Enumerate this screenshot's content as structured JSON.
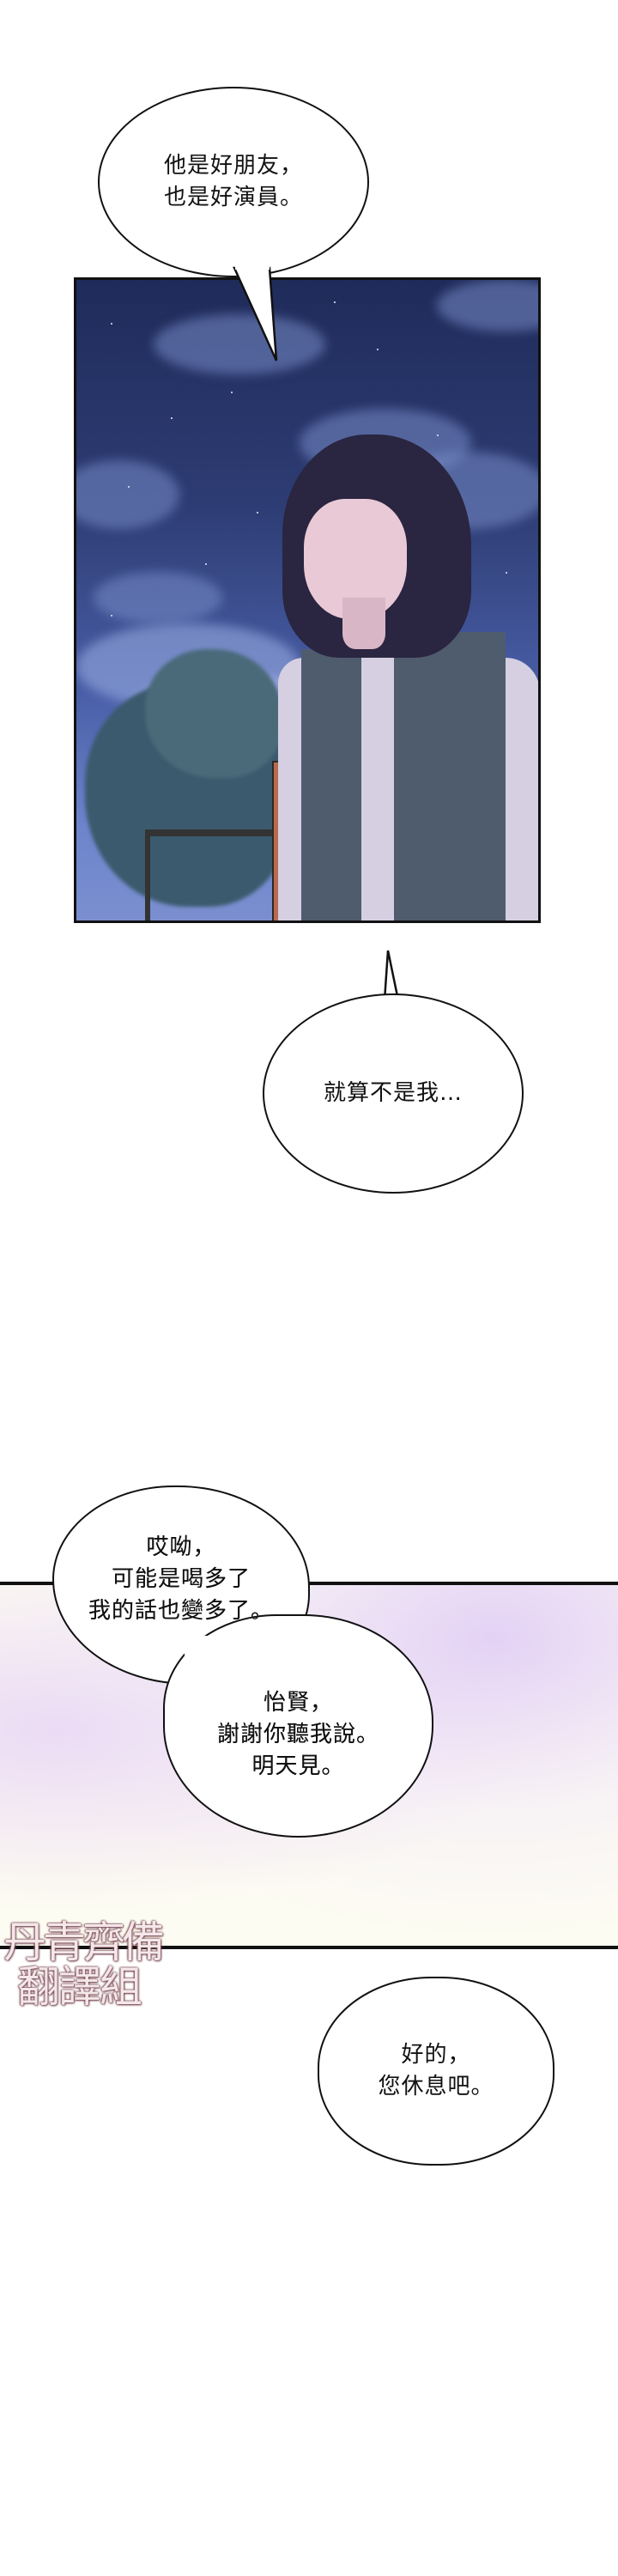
{
  "page": {
    "type": "webtoon-strip",
    "background": "#ffffff"
  },
  "panels": [
    {
      "id": "panel-night-sky",
      "description": "Night sky with clouds and stars, long-haired character in grey vest sitting on bench, tree on left",
      "colors": {
        "sky_dark": "#1f2b5a",
        "sky_light": "#7b8fcf",
        "border": "#111111"
      }
    },
    {
      "id": "panel-pastel",
      "description": "Soft pastel purple and cream background",
      "colors": {
        "base": "#fdfcf2",
        "accent": "#e1cdf5",
        "border": "#111111"
      }
    }
  ],
  "bubbles": [
    {
      "id": "bubble-1",
      "lines": [
        "他是好朋友，",
        "也是好演員。"
      ]
    },
    {
      "id": "bubble-2",
      "lines": [
        "就算不是我…"
      ]
    },
    {
      "id": "bubble-3",
      "lines": [
        "哎呦，",
        "可能是喝多了",
        "我的話也變多了。"
      ]
    },
    {
      "id": "bubble-4",
      "lines": [
        "怡賢，",
        "謝謝你聽我說。",
        "明天見。"
      ]
    },
    {
      "id": "bubble-5",
      "lines": [
        "好的，",
        "您休息吧。"
      ]
    }
  ],
  "watermark": {
    "line1": "丹青齊備",
    "line2": "翻譯組"
  }
}
